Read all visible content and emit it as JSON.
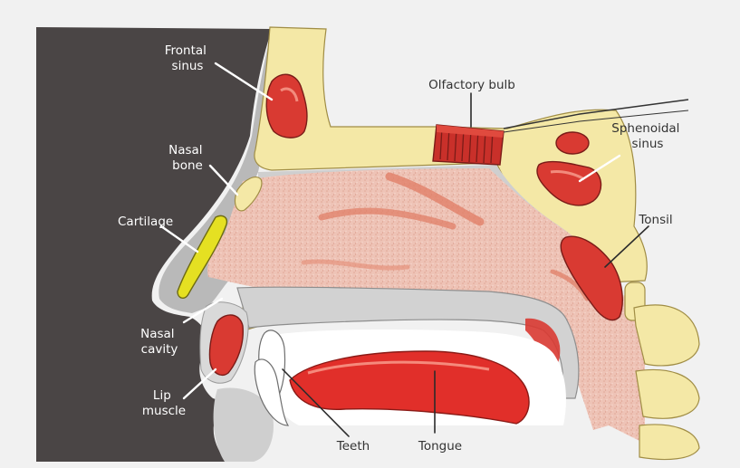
{
  "diagram": {
    "labels": {
      "frontal_sinus": [
        "Frontal",
        "sinus"
      ],
      "nasal_bone": [
        "Nasal",
        "bone"
      ],
      "cartilage": "Cartilage",
      "nasal_cavity": [
        "Nasal",
        "cavity"
      ],
      "lip_muscle": [
        "Lip",
        "muscle"
      ],
      "olfactory_bulb": "Olfactory bulb",
      "sphenoidal_sinus": [
        "Sphenoidal",
        "sinus"
      ],
      "tonsil": "Tonsil",
      "teeth": "Teeth",
      "tongue": "Tongue"
    }
  }
}
